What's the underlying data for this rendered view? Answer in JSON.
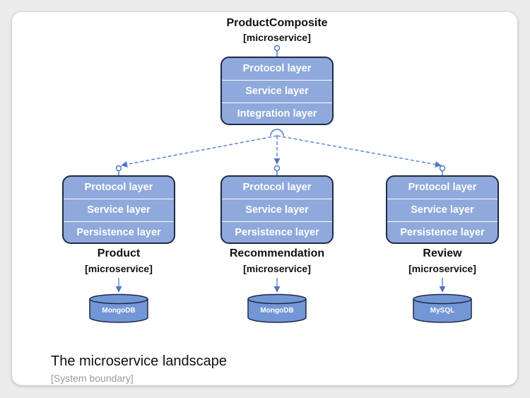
{
  "composite": {
    "name": "ProductComposite",
    "tag": "[microservice]",
    "layers": [
      "Protocol layer",
      "Service layer",
      "Integration layer"
    ]
  },
  "services": [
    {
      "name": "Product",
      "tag": "[microservice]",
      "layers": [
        "Protocol layer",
        "Service layer",
        "Persistence layer"
      ],
      "db": "MongoDB"
    },
    {
      "name": "Recommendation",
      "tag": "[microservice]",
      "layers": [
        "Protocol layer",
        "Service layer",
        "Persistence layer"
      ],
      "db": "MongoDB"
    },
    {
      "name": "Review",
      "tag": "[microservice]",
      "layers": [
        "Protocol layer",
        "Service layer",
        "Persistence layer"
      ],
      "db": "MySQL"
    }
  ],
  "boundary": {
    "title": "The microservice landscape",
    "subtitle": "[System boundary]"
  },
  "colors": {
    "layer_fill": "#8fa9dc",
    "stack_border": "#1f2a44",
    "connector": "#4a78c8",
    "db_fill": "#7396d6"
  }
}
